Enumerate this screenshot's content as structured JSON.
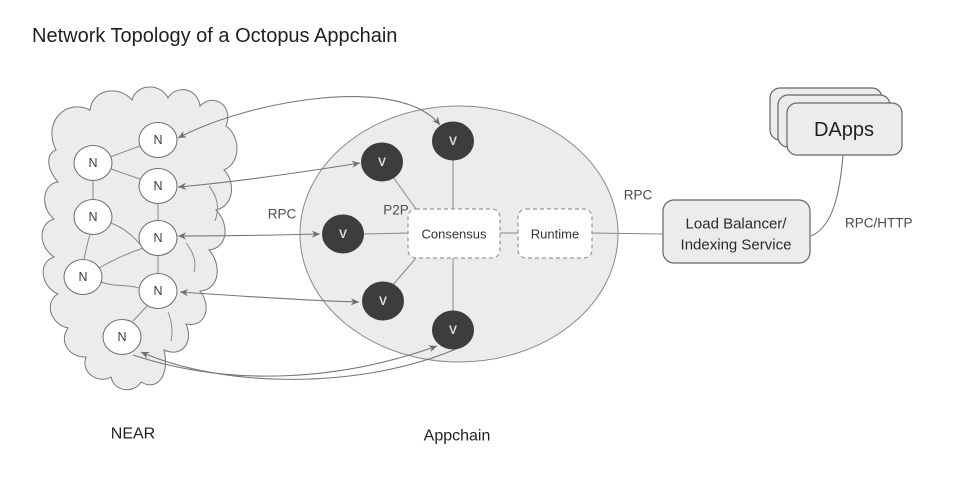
{
  "title": "Network Topology of a Octopus Appchain",
  "near_network": {
    "label": "NEAR",
    "nodes": [
      {
        "label": "N"
      },
      {
        "label": "N"
      },
      {
        "label": "N"
      },
      {
        "label": "N"
      },
      {
        "label": "N"
      },
      {
        "label": "N"
      },
      {
        "label": "N"
      },
      {
        "label": "N"
      }
    ]
  },
  "appchain": {
    "label": "Appchain",
    "validators": [
      {
        "label": "V"
      },
      {
        "label": "V"
      },
      {
        "label": "V"
      },
      {
        "label": "V"
      },
      {
        "label": "V"
      }
    ],
    "consensus_label": "Consensus",
    "runtime_label": "Runtime",
    "p2p_label": "P2P"
  },
  "connections": {
    "rpc_near_label": "RPC",
    "rpc_lb_label": "RPC",
    "rpc_http_label": "RPC/HTTP"
  },
  "load_balancer": {
    "line1": "Load Balancer/",
    "line2": "Indexing Service"
  },
  "dapps": {
    "label": "DApps"
  },
  "colors": {
    "validator_fill": "#3d3d3d",
    "shape_fill": "#ececec",
    "connector": "#777777",
    "text_dark": "#1f1f1f"
  }
}
